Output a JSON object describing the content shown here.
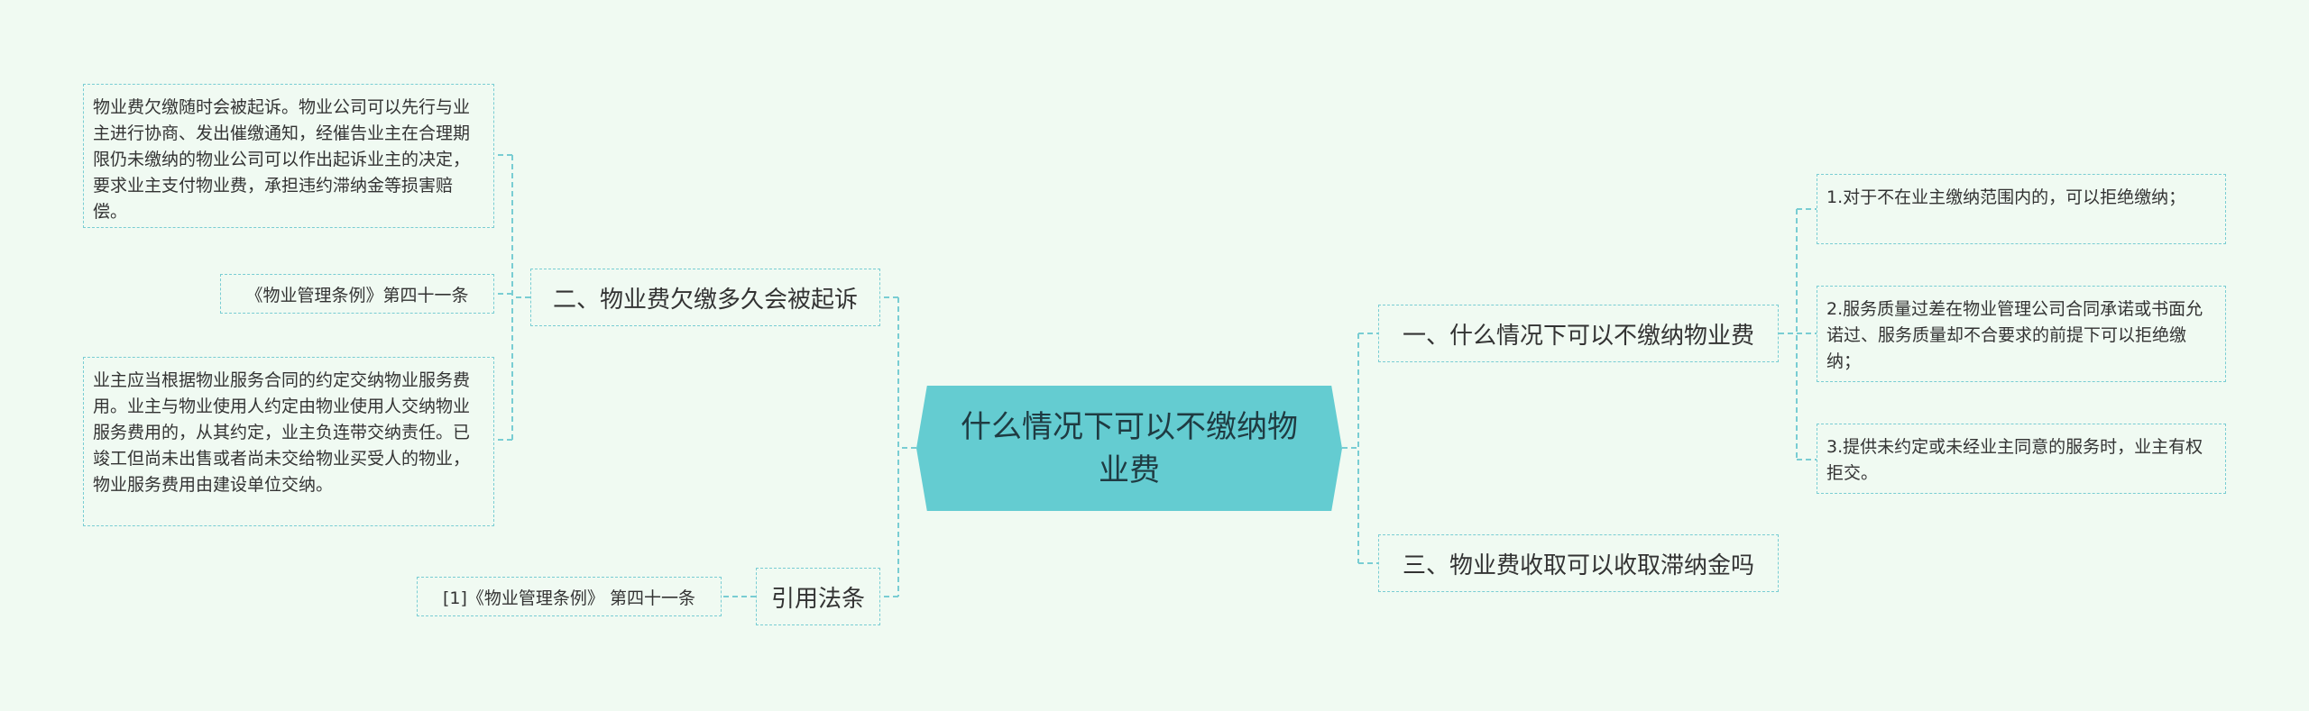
{
  "root": {
    "label": "什么情况下可以不缴纳物业费"
  },
  "branches": {
    "b1": {
      "label": "一、什么情况下可以不缴纳物业费",
      "children": [
        "1.对于不在业主缴纳范围内的，可以拒绝缴纳；",
        "2.服务质量过差在物业管理公司合同承诺或书面允诺过、服务质量却不合要求的前提下可以拒绝缴纳；",
        "3.提供未约定或未经业主同意的服务时，业主有权拒交。"
      ]
    },
    "b2": {
      "label": "二、物业费欠缴多久会被起诉",
      "children": [
        "物业费欠缴随时会被起诉。物业公司可以先行与业主进行协商、发出催缴通知，经催告业主在合理期限仍未缴纳的物业公司可以作出起诉业主的决定，要求业主支付物业费，承担违约滞纳金等损害赔偿。",
        "《物业管理条例》第四十一条",
        "业主应当根据物业服务合同的约定交纳物业服务费用。业主与物业使用人约定由物业使用人交纳物业服务费用的，从其约定，业主负连带交纳责任。已竣工但尚未出售或者尚未交给物业买受人的物业，物业服务费用由建设单位交纳。"
      ]
    },
    "b3": {
      "label": "三、物业费收取可以收取滞纳金吗",
      "children": []
    },
    "b4": {
      "label": "引用法条",
      "children": [
        "[1]《物业管理条例》 第四十一条"
      ]
    }
  },
  "colors": {
    "background": "#f0faf2",
    "root_fill": "#64ccd1",
    "connector": "#79cdd3",
    "text": "#333333"
  }
}
